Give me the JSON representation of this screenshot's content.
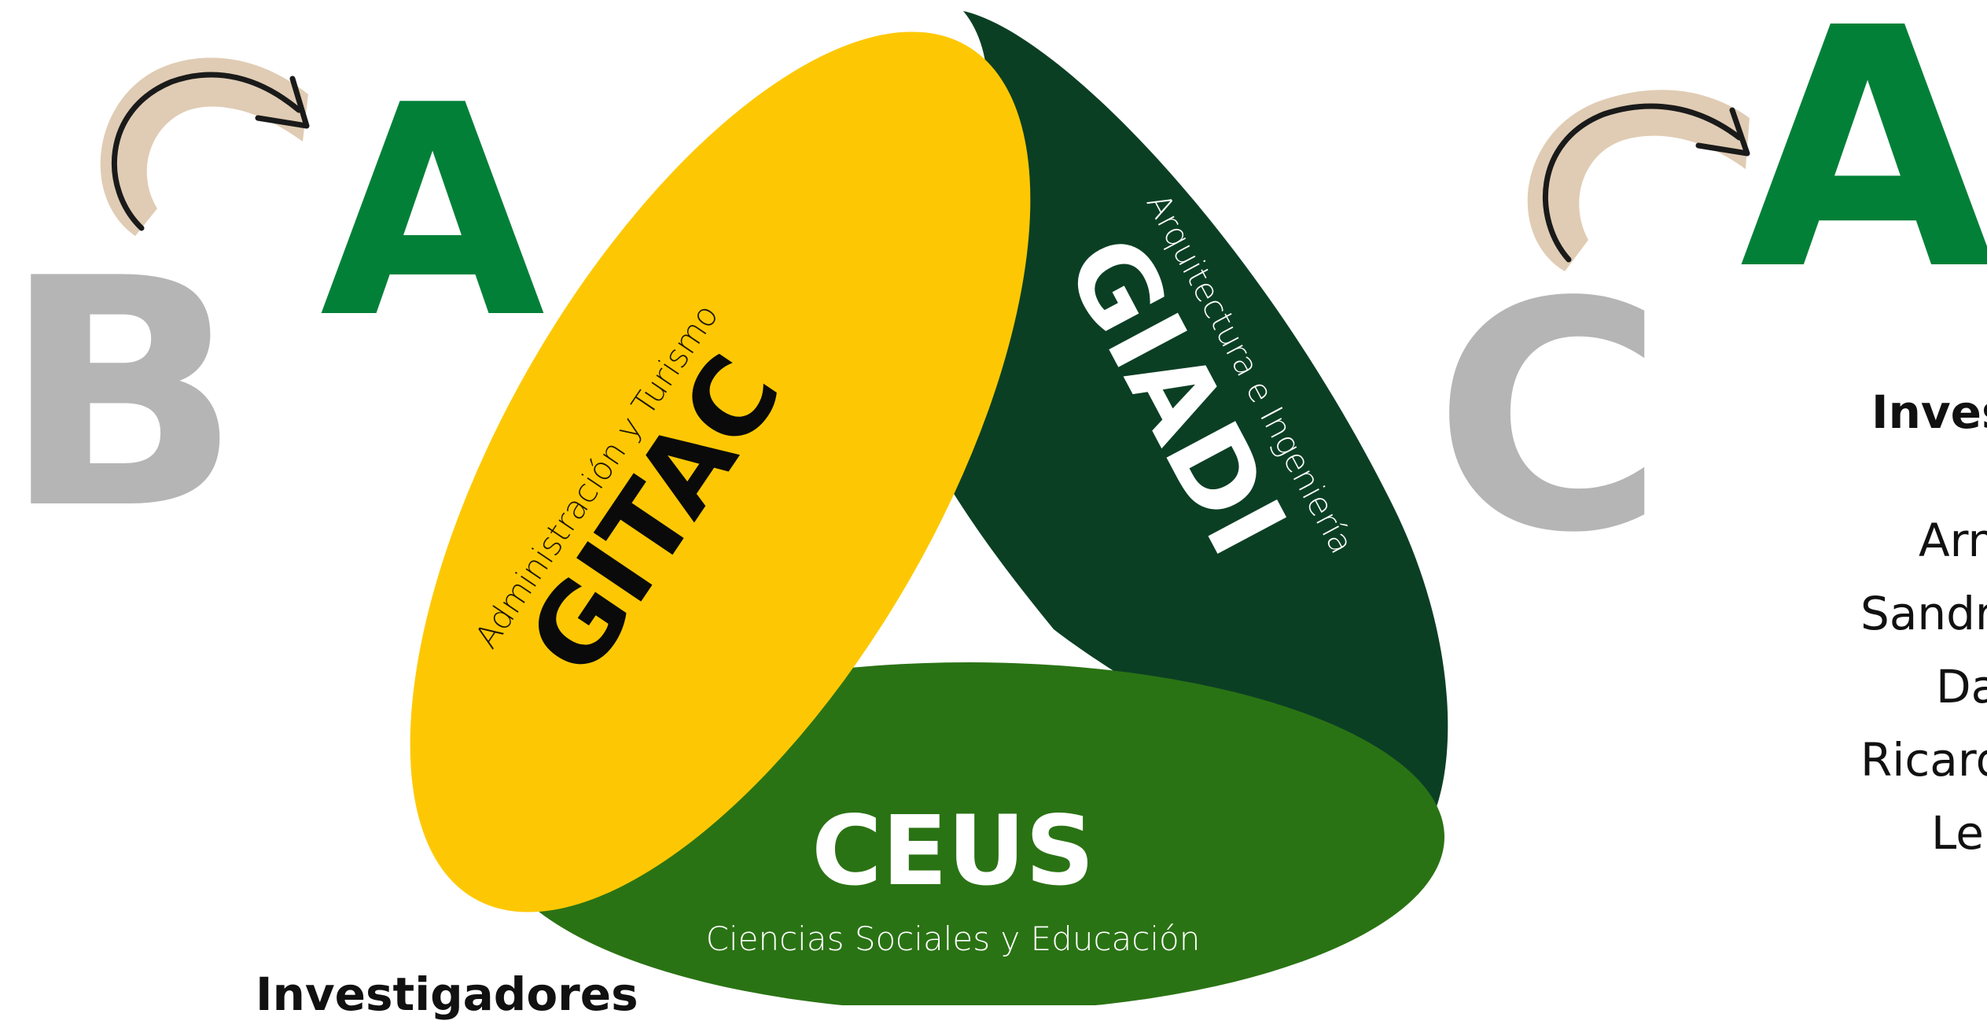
{
  "colors": {
    "green": "#038038",
    "gray": "#b5b5b5",
    "yellow": "#fdc803",
    "dark_green": "#0b3f24",
    "mid_green": "#2a7314",
    "arrow_bg": "#e0ccb4",
    "arrow_stroke": "#1a1a1a"
  },
  "left_ladder": {
    "letter_top": "A",
    "letter_bottom": "B",
    "arrow_icon": "curved-arrow-icon"
  },
  "right_ladder": {
    "letter_top": "A",
    "letter_bottom": "C",
    "arrow_icon": "curved-arrow-icon"
  },
  "segments": {
    "gitac": {
      "title": "GITAC",
      "subtitle": "Administración y Turismo"
    },
    "giadi": {
      "title": "GIADI",
      "subtitle": "Arquitectura e Ingeniería"
    },
    "ceus": {
      "title": "CEUS",
      "subtitle": "Ciencias Sociales y Educación"
    }
  },
  "left_panel": {
    "heading": "Investigadores"
  },
  "right_panel": {
    "heading": "Inves",
    "names": [
      "Arna",
      "Sandr",
      "Da",
      "Ricard",
      "Le"
    ]
  }
}
